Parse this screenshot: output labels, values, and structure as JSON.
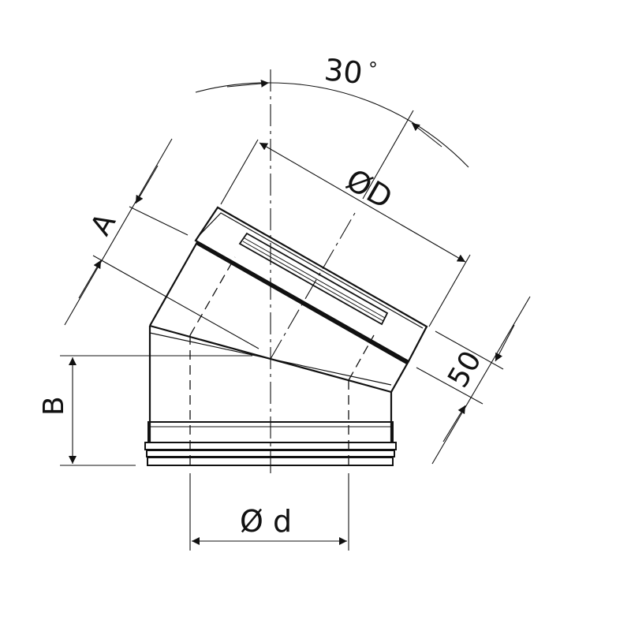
{
  "labels": {
    "angle": "30",
    "degree_mark": "°",
    "outer_diameter": "ØD",
    "inner_diameter": "Ø d",
    "dim_a": "A",
    "dim_b": "B",
    "dim_overlap": "50"
  },
  "colors": {
    "line": "#111111",
    "background": "#ffffff"
  }
}
